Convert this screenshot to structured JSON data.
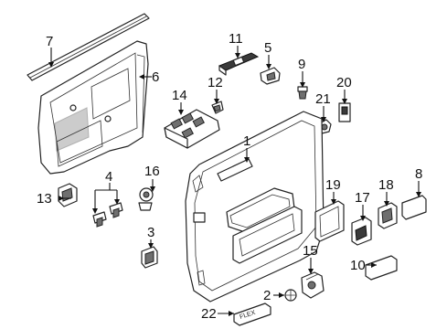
{
  "diagram": {
    "callouts": [
      {
        "id": "c1",
        "text": "1"
      },
      {
        "id": "c2",
        "text": "2"
      },
      {
        "id": "c3",
        "text": "3"
      },
      {
        "id": "c4",
        "text": "4"
      },
      {
        "id": "c5",
        "text": "5"
      },
      {
        "id": "c6",
        "text": "6"
      },
      {
        "id": "c7",
        "text": "7"
      },
      {
        "id": "c8",
        "text": "8"
      },
      {
        "id": "c9",
        "text": "9"
      },
      {
        "id": "c10",
        "text": "10"
      },
      {
        "id": "c11",
        "text": "11"
      },
      {
        "id": "c12",
        "text": "12"
      },
      {
        "id": "c13",
        "text": "13"
      },
      {
        "id": "c14",
        "text": "14"
      },
      {
        "id": "c15",
        "text": "15"
      },
      {
        "id": "c16",
        "text": "16"
      },
      {
        "id": "c17",
        "text": "17"
      },
      {
        "id": "c18",
        "text": "18"
      },
      {
        "id": "c19",
        "text": "19"
      },
      {
        "id": "c20",
        "text": "20"
      },
      {
        "id": "c21",
        "text": "21"
      },
      {
        "id": "c22",
        "text": "22"
      }
    ],
    "badge_text": "FLEX"
  }
}
